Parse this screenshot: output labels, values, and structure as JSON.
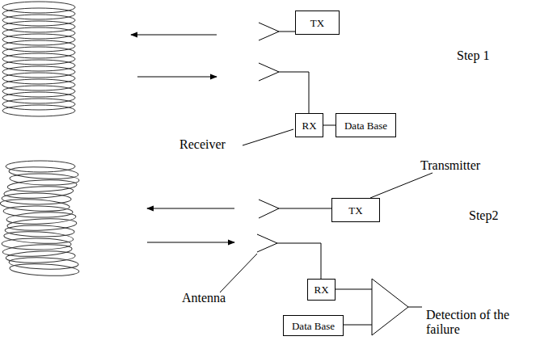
{
  "diagram": {
    "nodes": [
      {
        "text": [
          "TX"
        ]
      },
      {
        "text": [
          "RX"
        ]
      },
      {
        "text": [
          "Data Base"
        ]
      },
      {
        "text": [
          "TX"
        ]
      },
      {
        "text": [
          "RX"
        ]
      },
      {
        "text": [
          "Data Base"
        ]
      }
    ],
    "edges": [
      {
        "from": 1,
        "to": 2,
        "arrow": "none"
      }
    ],
    "labels": [
      "Step 1",
      "Receiver",
      "Transmitter",
      "Step2",
      "Antenna",
      "Detection of the failure"
    ]
  }
}
